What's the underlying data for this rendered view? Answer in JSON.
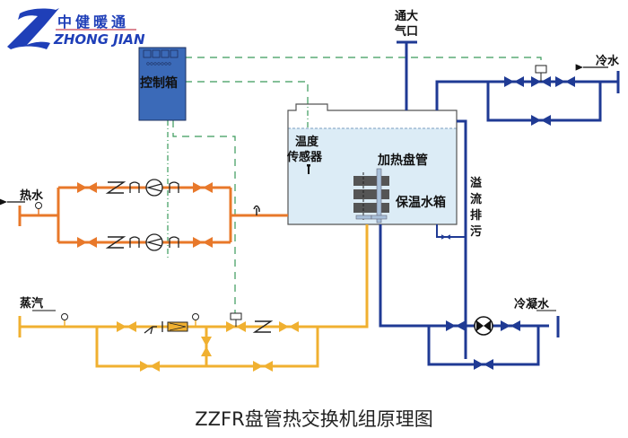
{
  "logo": {
    "cn_name": "中健暖通",
    "en_name": "ZHONG JIAN",
    "colors": {
      "brand_blue": "#1f3fb8",
      "underline": "#d06070"
    }
  },
  "title": "ZZFR盘管热交换机组原理图",
  "labels": {
    "control_box": "控制箱",
    "vent_line1": "通大",
    "vent_line2": "气口",
    "cold_water": "冷水",
    "temp_sensor_line1": "温度",
    "temp_sensor_line2": "传感器",
    "heating_coil": "加热盘管",
    "storage_tank": "保温水箱",
    "overflow_chars": [
      "溢",
      "流",
      "排",
      "污"
    ],
    "hot_water": "热水",
    "steam": "蒸汽",
    "condensate": "冷凝水"
  },
  "colors": {
    "hot_water_pipe": "#e8782a",
    "steam_pipe": "#f0b030",
    "cold_water_pipe": "#1f3a94",
    "signal_line": "#3a9a5a",
    "control_box_fill": "#3b6ab8",
    "tank_water": "#dcecf6",
    "tank_outline": "#555555"
  }
}
